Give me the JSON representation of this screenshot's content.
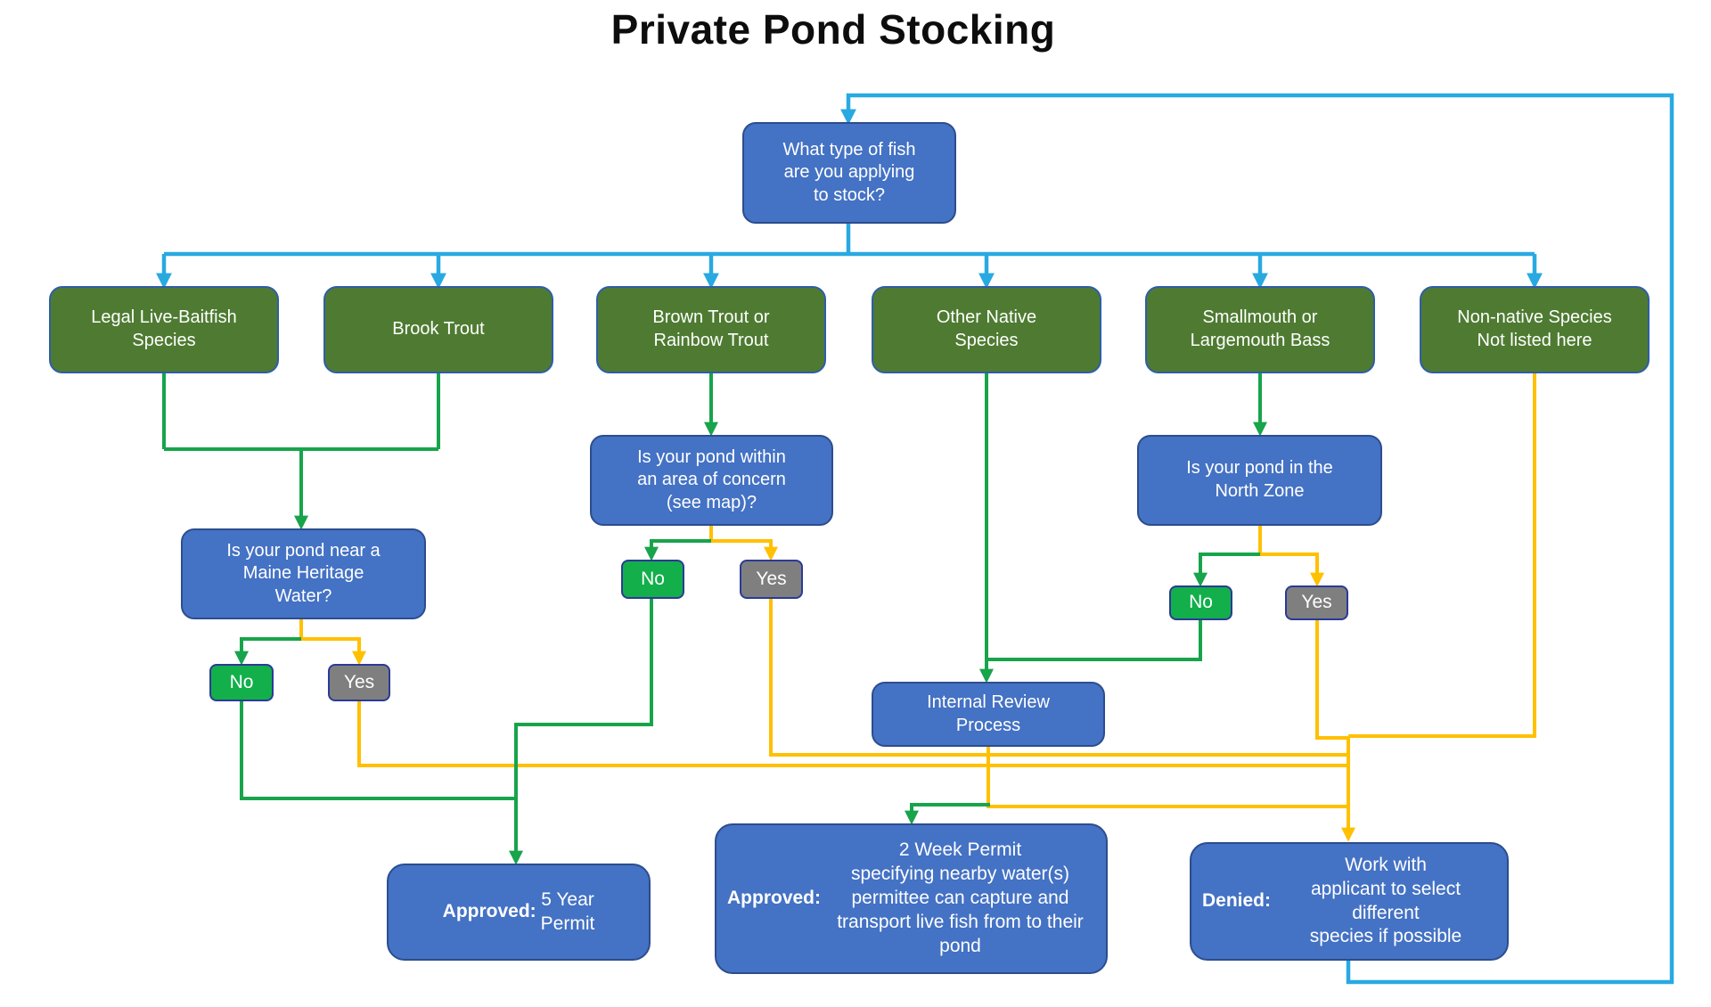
{
  "title": "Private Pond Stocking",
  "colors": {
    "title-color": "#0d0d0d",
    "line-blue": "#29A9E1",
    "line-green": "#17A44B",
    "line-yellow": "#FFC000",
    "node-blue": "#4472C4",
    "node-blue-border": "#2C4D8E",
    "node-green": "#4E7B31",
    "node-green-border": "#2E5EA8",
    "no-green": "#12AF4B",
    "yes-gray": "#7F7F7F",
    "small-border": "#2B3A97"
  },
  "nodes": {
    "top_question": "What type of fish\nare you applying\nto stock?",
    "categories": {
      "baitfish": "Legal Live-Baitfish\nSpecies",
      "brook": "Brook Trout",
      "brown": "Brown Trout or\nRainbow Trout",
      "native": "Other Native\nSpecies",
      "bass": "Smallmouth or\nLargemouth Bass",
      "nonnative": "Non-native Species\nNot listed here"
    },
    "decisions": {
      "maine": "Is your pond near a\nMaine Heritage\nWater?",
      "concern": "Is your pond within\nan area of concern\n(see map)?",
      "north": "Is your pond in the\nNorth Zone",
      "internal": "Internal Review\nProcess"
    },
    "answers": {
      "yes": "Yes",
      "no": "No"
    },
    "results": {
      "approved5": {
        "prefix": "Approved:",
        "text": "5 Year\nPermit"
      },
      "approved2": {
        "prefix": "Approved:",
        "text": "2 Week Permit\nspecifying nearby water(s)\npermittee can capture and\ntransport live fish from to their pond"
      },
      "denied": {
        "prefix": "Denied:",
        "text": "Work with\napplicant to select different\nspecies if possible"
      }
    }
  }
}
